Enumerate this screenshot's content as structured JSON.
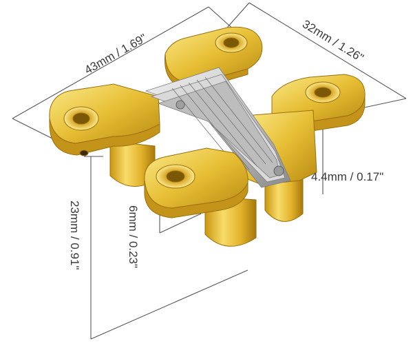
{
  "dimensions": {
    "length": "43mm / 1.69\"",
    "width": "32mm / 1.26\"",
    "hole_diameter": "4.4mm / 0.17\"",
    "plate_thickness": "6mm / 0.23\"",
    "height": "23mm / 0.91\""
  },
  "colors": {
    "brass_light": "#f7df6a",
    "brass_mid": "#e2b527",
    "brass_dark": "#b07f0e",
    "steel_light": "#e6e6e6",
    "steel_dark": "#8e8e8e",
    "line": "#555555"
  }
}
